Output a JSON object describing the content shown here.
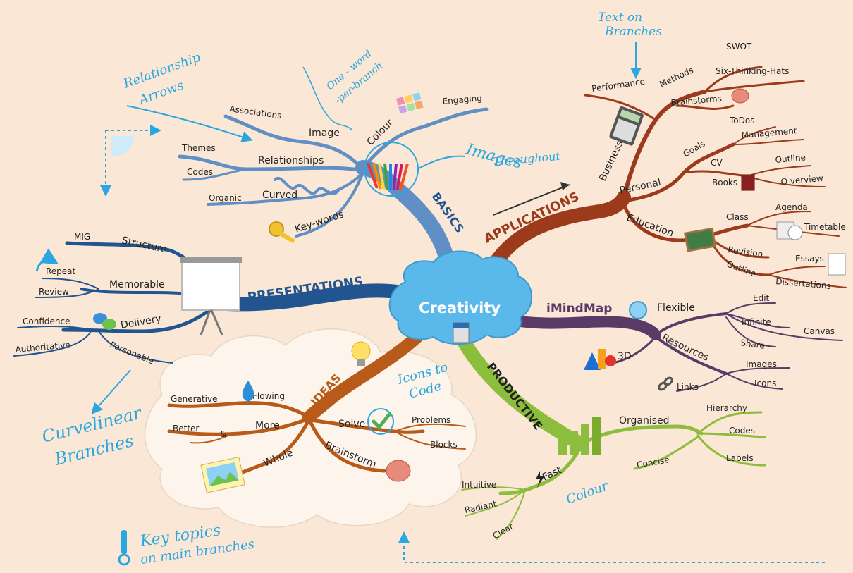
{
  "center": {
    "label": "Creativity"
  },
  "colors": {
    "background": "#fbe7d5",
    "basics": "#5f8fc4",
    "applications": "#9c3b1c",
    "presentations": "#22548f",
    "ideas": "#b85a1a",
    "productive": "#8cbd3c",
    "imindmap": "#5a3b68",
    "annotation": "#2aa7e0",
    "cloud": "#5ab8ea"
  },
  "main_branches": {
    "basics": "BASICS",
    "applications": "APPLICATIONS",
    "presentations": "PRESENTATIONS",
    "ideas": "IDEAS",
    "productive": "PRODUCTIVE",
    "imindmap": "iMindMap"
  },
  "basics": {
    "image": "Image",
    "associations": "Associations",
    "relationships": "Relationships",
    "themes": "Themes",
    "codes": "Codes",
    "curved": "Curved",
    "organic": "Organic",
    "keywords": "Key-words",
    "colour": "Colour",
    "engaging": "Engaging"
  },
  "applications": {
    "business": "Business",
    "performance": "Performance",
    "methods": "Methods",
    "swot": "SWOT",
    "six_hats": "Six-Thinking-Hats",
    "brainstorms": "Brainstorms",
    "personal": "Personal",
    "goals": "Goals",
    "todos": "ToDos",
    "management": "Management",
    "cv": "CV",
    "books": "Books",
    "outline": "Outline",
    "overview": "O verview",
    "education": "Education",
    "class": "Class",
    "agenda": "Agenda",
    "timetable": "Timetable",
    "revision": "Revision",
    "outline2": "Outline",
    "essays": "Essays",
    "dissertations": "Dissertations"
  },
  "presentations": {
    "structure": "Structure",
    "mig": "MIG",
    "memorable": "Memorable",
    "repeat": "Repeat",
    "review": "Review",
    "delivery": "Delivery",
    "confidence": "Confidence",
    "authoritative": "Authoritative",
    "personable": "Personable"
  },
  "imindmap": {
    "flexible": "Flexible",
    "edit": "Edit",
    "infinite": "Infinite",
    "canvas": "Canvas",
    "share": "Share",
    "resources": "Resources",
    "images": "Images",
    "icons": "Icons",
    "links": "Links",
    "three_d": "3D"
  },
  "ideas": {
    "flowing": "Flowing",
    "generative": "Generative",
    "more": "More",
    "better": "Better",
    "amp": "&",
    "whole": "Whole",
    "solve": "Solve",
    "problems": "Problems",
    "blocks": "Blocks",
    "brainstorm": "Brainstorm"
  },
  "productive": {
    "organised": "Organised",
    "hierarchy": "Hierarchy",
    "codes": "Codes",
    "labels": "Labels",
    "concise": "Concise",
    "fast": "Fast",
    "intuitive": "Intuitive",
    "radiant": "Radiant",
    "clear": "Clear"
  },
  "annotations": {
    "relationship_arrows_1": "Relationship",
    "relationship_arrows_2": "Arrows",
    "one_word_1": "One - word",
    "one_word_2": "-per-branch",
    "text_on_branches_1": "Text on",
    "text_on_branches_2": "Branches",
    "images_throughout_1": "Images",
    "images_throughout_2": "Throughout",
    "curvelinear_1": "Curvelinear",
    "curvelinear_2": "Branches",
    "icons_to_code_1": "Icons to",
    "icons_to_code_2": "Code",
    "key_topics_1": "Key topics",
    "key_topics_2": "on main branches",
    "colour_note": "Colour"
  }
}
